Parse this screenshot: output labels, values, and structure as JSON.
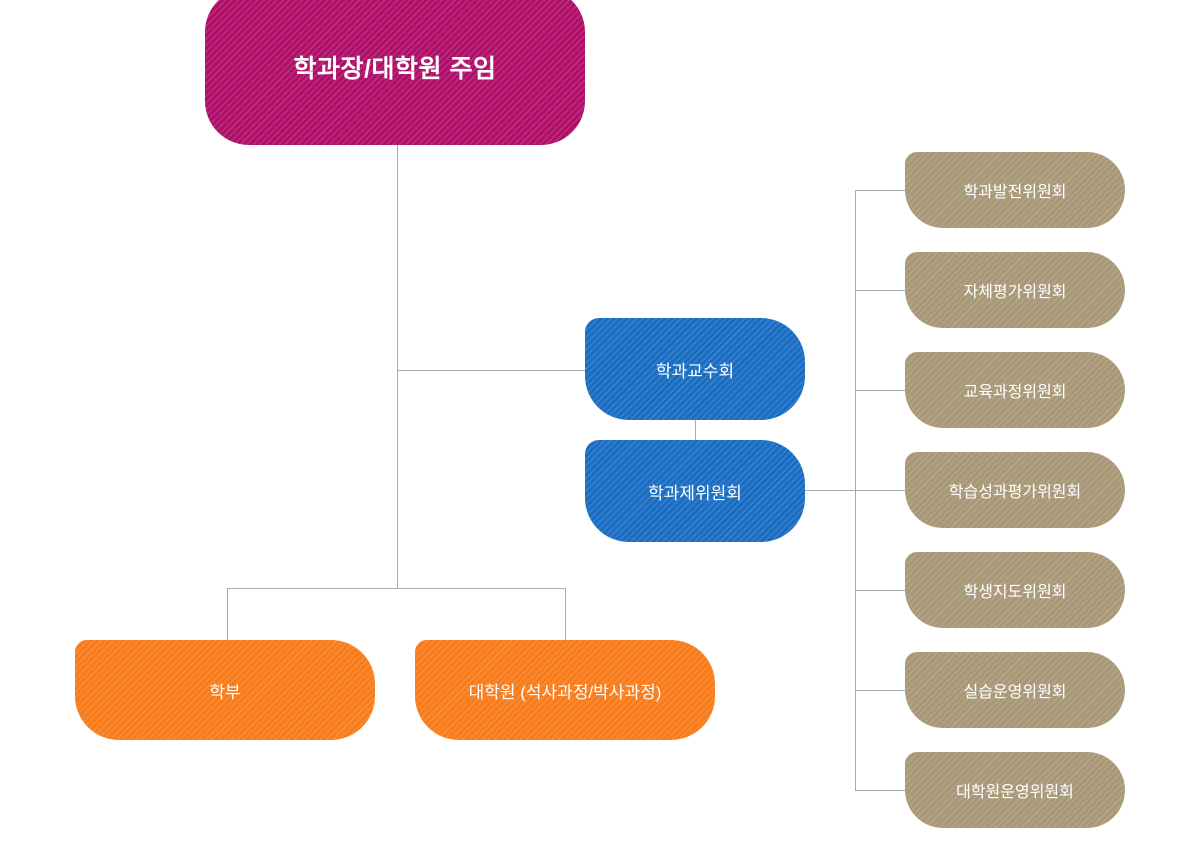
{
  "chart": {
    "type": "org-chart",
    "root": {
      "label": "학과장/대학원 주임"
    },
    "council": {
      "label": "학과교수회"
    },
    "committee_hub": {
      "label": "학과제위원회"
    },
    "programs": [
      {
        "label": "학부"
      },
      {
        "label": "대학원 (석사과정/박사과정)"
      }
    ],
    "committees": [
      {
        "label": "학과발전위원회"
      },
      {
        "label": "자체평가위원회"
      },
      {
        "label": "교육과정위원회"
      },
      {
        "label": "학습성과평가위원회"
      },
      {
        "label": "학생지도위원회"
      },
      {
        "label": "실습운영위원회"
      },
      {
        "label": "대학원운영위원회"
      }
    ],
    "colors": {
      "root": "#b00f69",
      "council": "#1a6dc2",
      "program": "#f87c1b",
      "committee": "#a89877",
      "connector": "#ababab"
    }
  }
}
